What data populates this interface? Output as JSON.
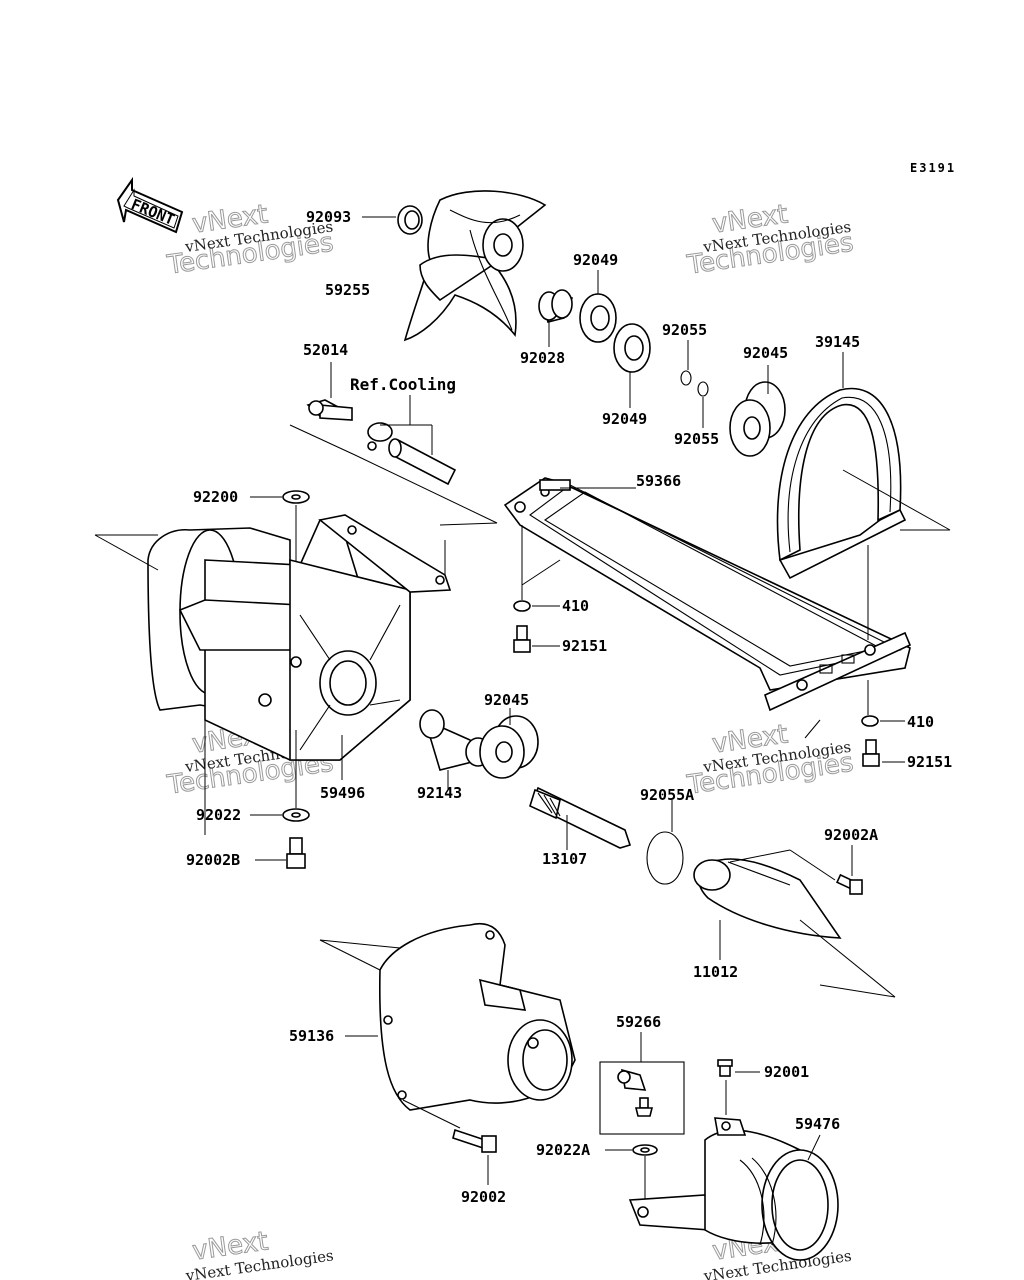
{
  "diagram_code": "E3191",
  "front_label": "FRONT",
  "ref_note": "Ref.Cooling",
  "watermark": {
    "line1": "vNext",
    "line2": "Technologies",
    "small": "vNext Technologies"
  },
  "parts": {
    "p92093": "92093",
    "p59255": "59255",
    "p92049a": "92049",
    "p92049b": "92049",
    "p92028": "92028",
    "p92055a": "92055",
    "p92055b": "92055",
    "p92045a": "92045",
    "p39145": "39145",
    "p52014": "52014",
    "p92200": "92200",
    "p59366": "59366",
    "p410a": "410",
    "p92151a": "92151",
    "p410b": "410",
    "p92151b": "92151",
    "p92045b": "92045",
    "p59496": "59496",
    "p92143": "92143",
    "p92022": "92022",
    "p92002B": "92002B",
    "p13107": "13107",
    "p92055A": "92055A",
    "p92002A": "92002A",
    "p11012": "11012",
    "p59266": "59266",
    "p59136": "59136",
    "p92001": "92001",
    "p59476": "59476",
    "p92022A": "92022A",
    "p92002": "92002"
  }
}
